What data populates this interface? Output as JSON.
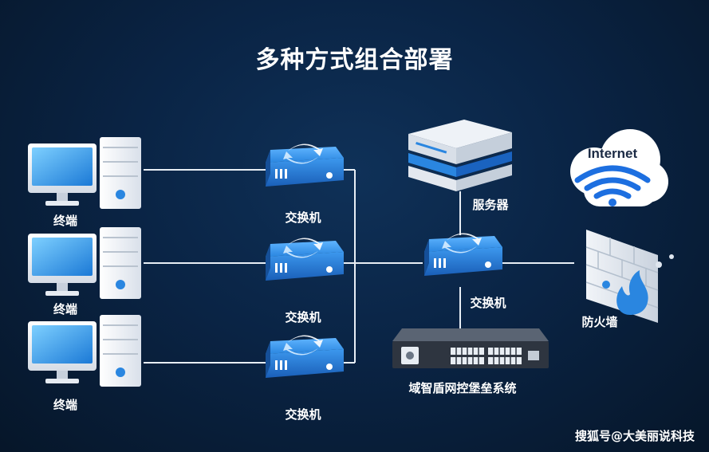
{
  "title": "多种方式组合部署",
  "labels": {
    "terminal": "终端",
    "switch": "交换机",
    "server": "服务器",
    "firewall": "防火墙",
    "bastion": "域智盾网控堡垒系统"
  },
  "internet_text": "Internet",
  "watermark": "搜狐号@大美丽说科技",
  "colors": {
    "switch_blue": "#2a86e0",
    "wifi_blue": "#1d6fe0",
    "line": "#e8eef5"
  }
}
